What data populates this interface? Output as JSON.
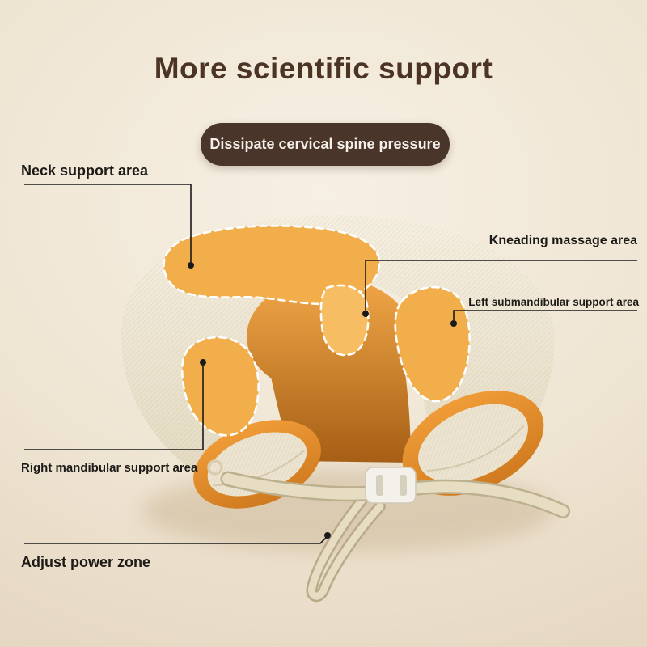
{
  "title": "More scientific support",
  "banner": {
    "text": "Dissipate cervical spine pressure"
  },
  "callouts": {
    "neck_support": {
      "label": "Neck support area"
    },
    "kneading_massage": {
      "label": "Kneading massage area"
    },
    "left_submandibular": {
      "label": "Left submandibular support area"
    },
    "right_mandibular": {
      "label": "Right mandibular support area"
    },
    "adjust_power": {
      "label": "Adjust power zone"
    }
  },
  "colors": {
    "background_light": "#f6efe3",
    "background_dark": "#e1d1b9",
    "title_brown": "#4b3423",
    "banner_bg": "#4a352a",
    "banner_text": "#f4efe8",
    "label_text": "#1d1b17",
    "pillow_cream": "#f0e9d9",
    "pillow_orange": "#e8912d",
    "zone_orange": "#f1ae4a",
    "zone_border": "#ffffff",
    "strap": "#e5dbc0",
    "leader_line": "#1a1a1a"
  }
}
